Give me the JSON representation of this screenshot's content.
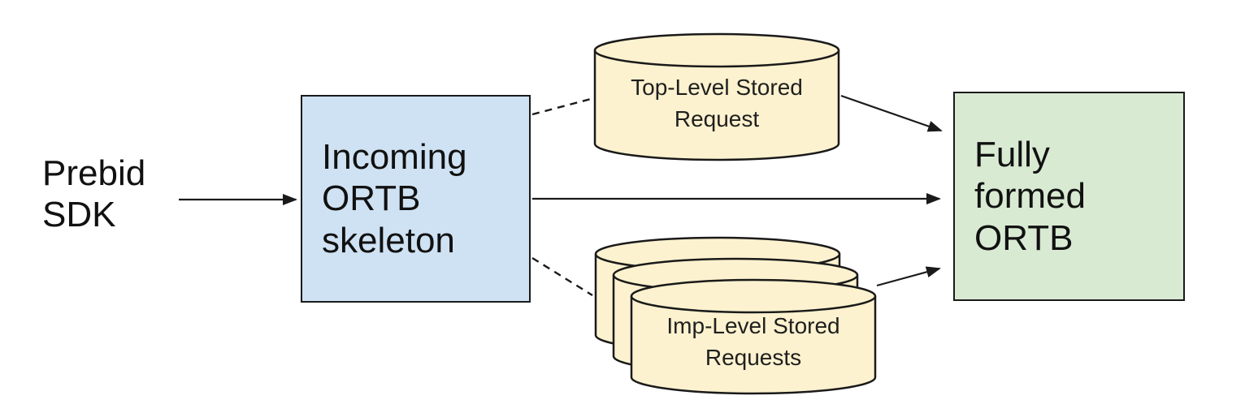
{
  "colors": {
    "background": "#ffffff",
    "box_blue_fill": "#cfe2f3",
    "box_green_fill": "#d9ead3",
    "cylinder_fill": "#fdf2cf",
    "stroke": "#1a1a1a",
    "text": "#111111"
  },
  "nodes": {
    "prebid_sdk": {
      "type": "text",
      "label": "Prebid\nSDK"
    },
    "incoming_ortb": {
      "type": "box",
      "label": "Incoming\nORTB\nskeleton",
      "fill": "#cfe2f3"
    },
    "top_level_stored": {
      "type": "cylinder",
      "label": "Top-Level Stored\nRequest",
      "fill": "#fdf2cf"
    },
    "imp_level_stored": {
      "type": "cylinder-stack",
      "count": 3,
      "label": "Imp-Level Stored\nRequests",
      "fill": "#fdf2cf"
    },
    "fully_formed_ortb": {
      "type": "box",
      "label": "Fully\nformed\nORTB",
      "fill": "#d9ead3"
    }
  },
  "edges": [
    {
      "from": "prebid_sdk",
      "to": "incoming_ortb",
      "style": "solid-arrow"
    },
    {
      "from": "incoming_ortb",
      "to": "top_level_stored",
      "style": "dashed"
    },
    {
      "from": "incoming_ortb",
      "to": "fully_formed_ortb",
      "style": "solid-arrow"
    },
    {
      "from": "incoming_ortb",
      "to": "imp_level_stored",
      "style": "dashed"
    },
    {
      "from": "top_level_stored",
      "to": "fully_formed_ortb",
      "style": "solid-arrow"
    },
    {
      "from": "imp_level_stored",
      "to": "fully_formed_ortb",
      "style": "solid-arrow"
    }
  ]
}
